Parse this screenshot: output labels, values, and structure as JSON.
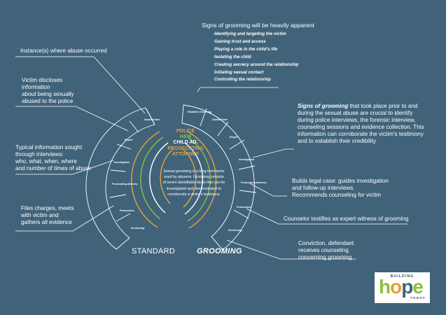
{
  "roles": {
    "police": "POLICE",
    "hhw": "H&W",
    "child_ad": "CHILD AD.",
    "prosecuting": "PROSECUTING",
    "attorney": "ATTORNEY"
  },
  "center_text": "Sexual grooming is a long-term tactic used by abusers. Grooming consists of seven identifiable steps that can be investigated and demonstrated to corroborate a victim's testimony.",
  "labels": {
    "standard": "STANDARD",
    "grooming": "GROOMING"
  },
  "standard_steps": [
    "Abuse/Crime",
    "Report",
    "Investigation",
    "Prosecuting Attorney",
    "Prosecution",
    "Sentencing"
  ],
  "grooming_steps": [
    "Establish Grooming",
    "Abuse/Crime",
    "Report",
    "Investigation",
    "Prosecuting Attorney",
    "Prosecution",
    "Sentencing"
  ],
  "left_notes": {
    "instance": "Instance(s) where abuse occurred",
    "discloses": "Victim discloses\ninformation\nabout being sexually\nabused to the police",
    "typical": "Typical information sought\nthrough interviews:\nwho, what, when, where\nand number of times of abuse",
    "files": "Files charges, meets\nwith victim and\ngathers all evidence"
  },
  "grooming_list": {
    "heading": "Signs of grooming will be heavily apparent",
    "items": [
      "Identifying and targeting the victim",
      "Gaining trust and access",
      "Playing a role in the child's life",
      "Isolating the child",
      "Creating secrecy around the relationship",
      "Initiating sexual contact",
      "Controlling the relationship"
    ]
  },
  "right_notes": {
    "signs_emph": "Signs of grooming",
    "signs_rest": " that took place prior to and during the sexual abuse are crucial to identify during police interviews, the forensic interview, counseling sessions and evidence collection. This information can corroborate the victim's testimony and to establish their credibility",
    "builds": "Builds legal case: guides investigation\nand follow-up interviews.\nRecommends counseling for victim",
    "counselor": "Counselor testifies as expert witness of grooming",
    "conviction": "Conviction, defendant\nreceives counseling\nconcerning grooming"
  },
  "logo": {
    "top": "BUILDING",
    "word": "hope",
    "bottom": "TODAY"
  },
  "colors": {
    "background": "#40637a",
    "police": "#e8a13b",
    "hhw": "#8cbf3f",
    "child_ad": "#ffffff",
    "prosecuting": "#e8a13b"
  }
}
